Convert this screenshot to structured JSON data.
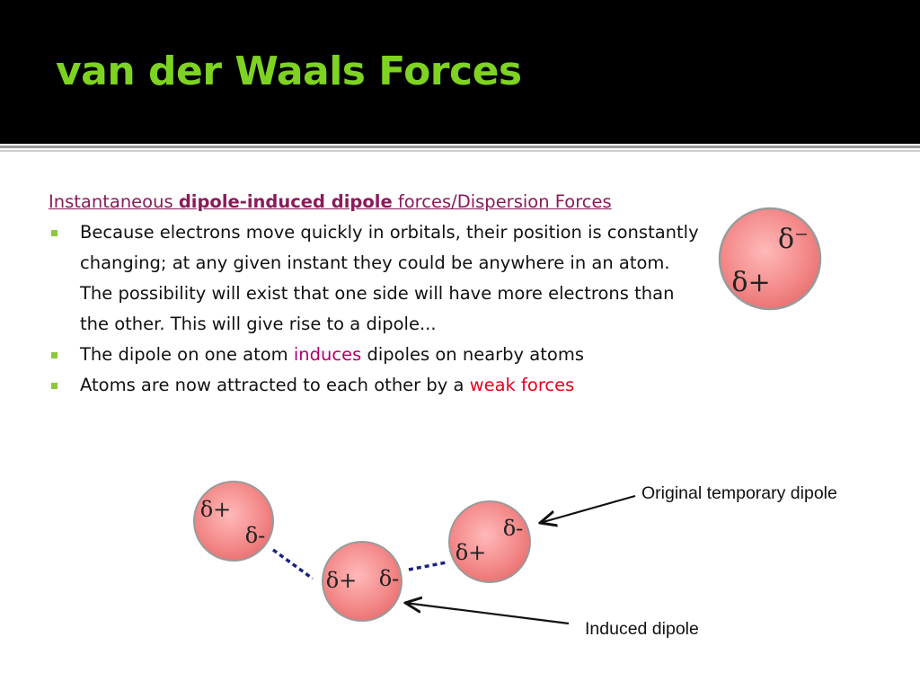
{
  "slide": {
    "title": "van der Waals Forces",
    "colors": {
      "title": "#7ED321",
      "underline_text": "#8B1A5A",
      "highlight_magenta": "#B0006A",
      "highlight_red": "#E8001A",
      "bullet": "#8CC63F",
      "atom_fill": "#F48A8A",
      "dashed_bond": "#1A2380"
    },
    "subtitle": {
      "part1": "Instantaneous ",
      "part2_bold": "dipole-induced dipole",
      "part3": " forces/Dispersion Forces"
    },
    "bullets": [
      {
        "text": "Because electrons move quickly in orbitals, their position is constantly changing; at any given instant they could be anywhere in an atom.  The possibility will exist that one side will have more electrons than the other. This will give rise to a dipole..."
      },
      {
        "text_before": "The dipole on one atom ",
        "highlight": "induces",
        "text_after": " dipoles on nearby atoms"
      },
      {
        "text_before": "Atoms are now attracted to each other by a ",
        "highlight": "weak forces"
      }
    ]
  },
  "diagram": {
    "large_atom": {
      "delta_minus": "δ⁻",
      "delta_plus": "δ+"
    },
    "atoms": [
      {
        "delta_plus": "δ+",
        "delta_minus": "δ-"
      },
      {
        "delta_plus": "δ+",
        "delta_minus": "δ-"
      },
      {
        "delta_plus": "δ+",
        "delta_minus": "δ-"
      }
    ],
    "labels": {
      "original": "Original temporary dipole",
      "induced": "Induced dipole"
    }
  }
}
